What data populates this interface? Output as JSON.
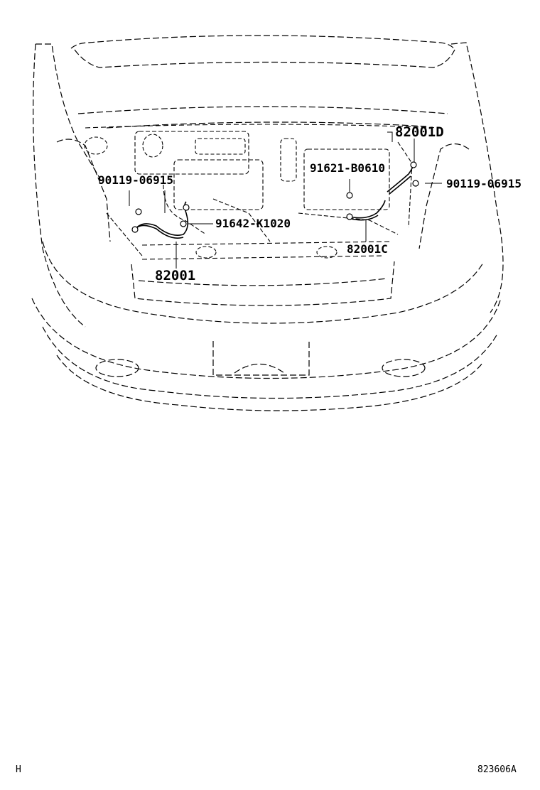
{
  "labels": {
    "harness_right_top": "82001D",
    "bolt_top_right": "90119-06915",
    "bolt_top_left": "90119-06915",
    "nut_battery": "91621-B0610",
    "bolt_center": "91642-K1020",
    "harness_right": "82001C",
    "harness_main": "82001"
  },
  "footer": {
    "left_code": "H",
    "illustration_id": "823606A"
  }
}
